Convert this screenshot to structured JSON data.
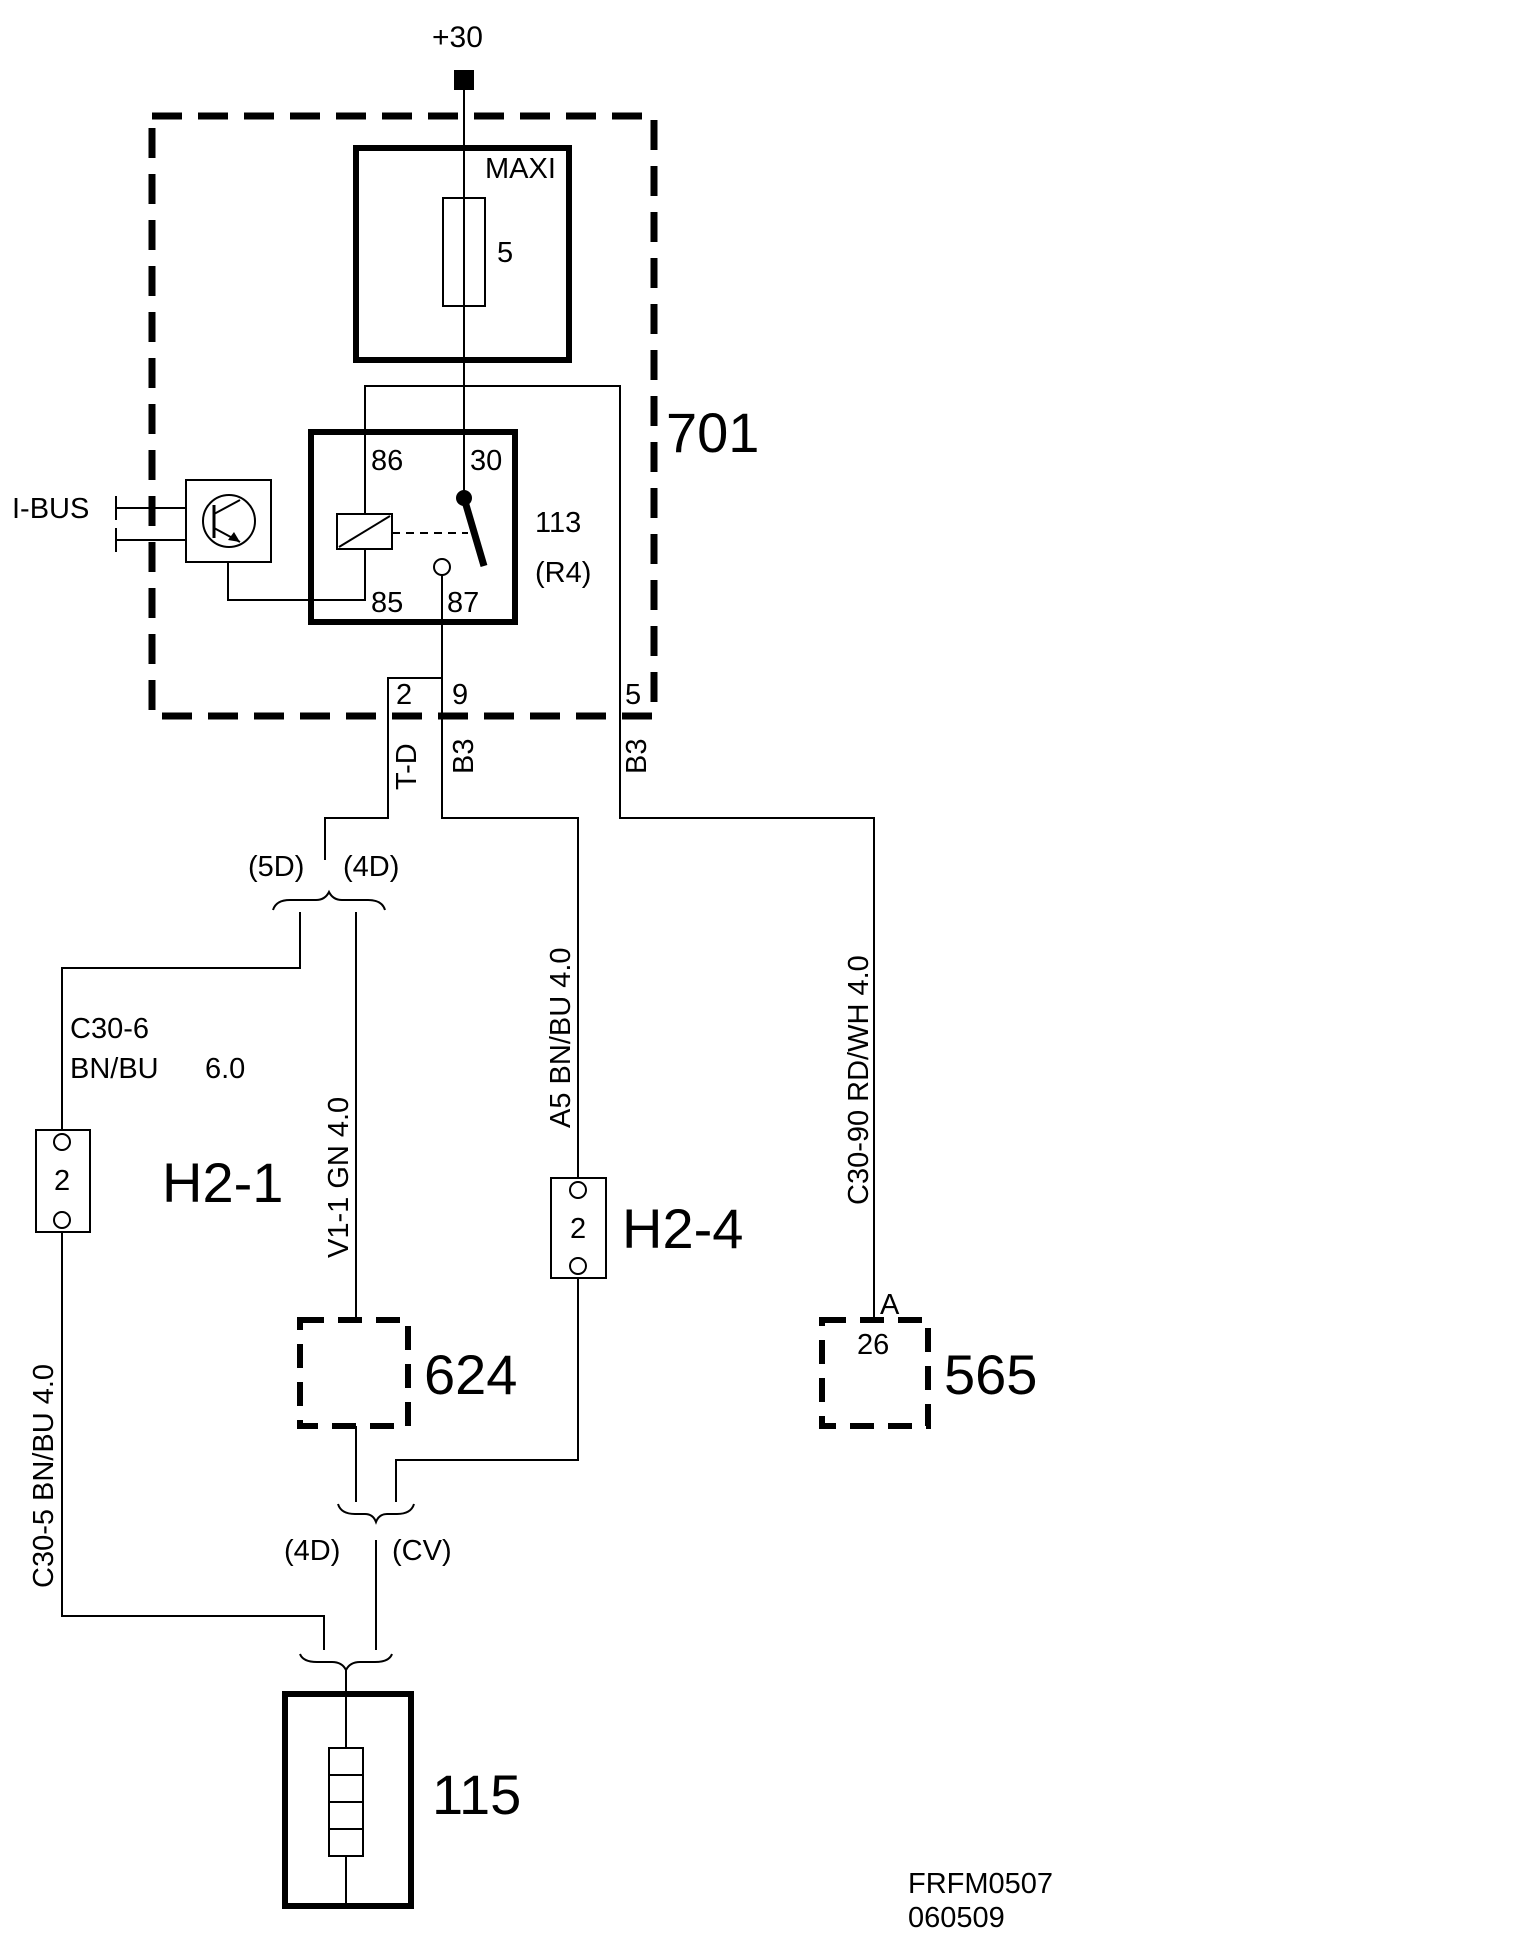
{
  "supply": {
    "label": "+30"
  },
  "components": {
    "c701": {
      "number": "701"
    },
    "maxi_fuse": {
      "type_label": "MAXI",
      "rating": "5"
    },
    "relay": {
      "number": "113",
      "code": "(R4)",
      "pin86": "86",
      "pin30": "30",
      "pin85": "85",
      "pin87": "87"
    },
    "ibus": {
      "label": "I-BUS"
    },
    "c624": {
      "number": "624"
    },
    "c565": {
      "number": "565",
      "pin_letter": "A",
      "pin_number": "26"
    },
    "c115": {
      "number": "115"
    }
  },
  "connectors": {
    "h2_1": {
      "name": "H2-1",
      "pin": "2"
    },
    "h2_4": {
      "name": "H2-4",
      "pin": "2"
    }
  },
  "pins_701": {
    "p2": "2",
    "p9": "9",
    "p5": "5"
  },
  "wires": {
    "td": "T-D",
    "b3_a": "B3",
    "b3_b": "B3",
    "a5": "A5 BN/BU 4.0",
    "c30_90": "C30-90 RD/WH 4.0",
    "c30_6_id": "C30-6",
    "c30_6_spec": "BN/BU",
    "c30_6_size": "6.0",
    "v1_1": "V1-1 GN 4.0",
    "c30_5": "C30-5 BN/BU 4.0"
  },
  "variants": {
    "upper_left": "(5D)",
    "upper_right": "(4D)",
    "lower_left": "(4D)",
    "lower_right": "(CV)"
  },
  "footer": {
    "code": "FRFM0507",
    "date": "060509"
  }
}
